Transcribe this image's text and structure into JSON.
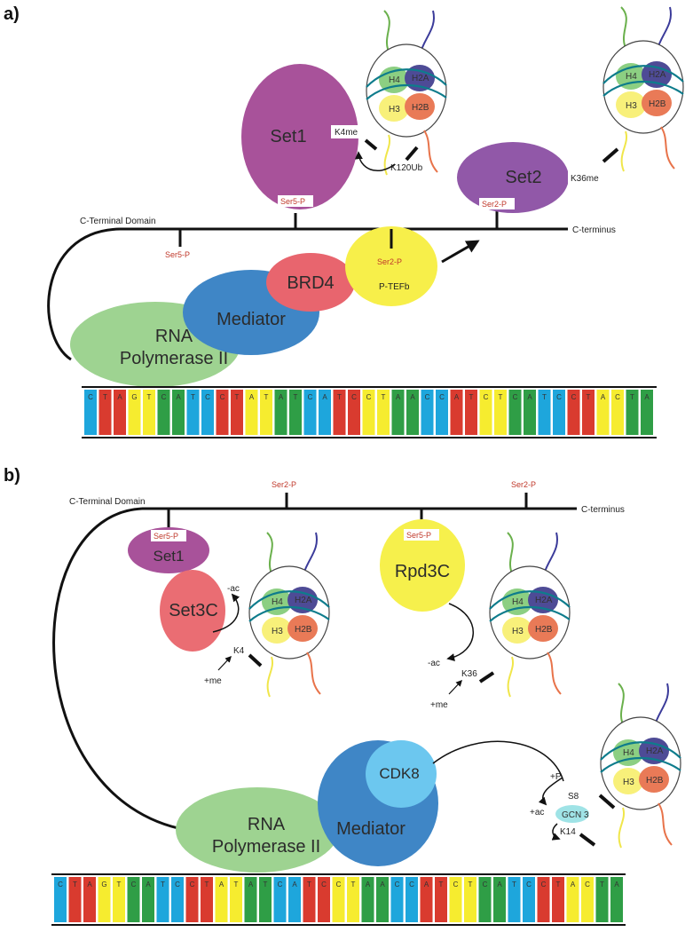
{
  "panels": {
    "a": {
      "label": "a)",
      "ctd_label": "C-Terminal Domain",
      "cterm_label": "C-terminus",
      "ser5p_left": "Ser5-P",
      "ser5p_set1": "Ser5-P",
      "ser2p_ptefb": "Ser2-P",
      "ser2p_set2": "Ser2-P",
      "set1": "Set1",
      "set2": "Set2",
      "brd4": "BRD4",
      "ptefb": "P-TEFb",
      "mediator": "Mediator",
      "rnapol_line1": "RNA",
      "rnapol_line2": "Polymerase II",
      "k4me": "K4me",
      "k120ub": "K120Ub",
      "k36me": "K36me"
    },
    "b": {
      "label": "b)",
      "ctd_label": "C-Terminal Domain",
      "cterm_label": "C-terminus",
      "ser2p_1": "Ser2-P",
      "ser2p_2": "Ser2-P",
      "ser5p_set1": "Ser5-P",
      "ser5p_rpd3c": "Ser5-P",
      "set1": "Set1",
      "set3c": "Set3C",
      "rpd3c": "Rpd3C",
      "cdk8": "CDK8",
      "mediator": "Mediator",
      "rnapol_line1": "RNA",
      "rnapol_line2": "Polymerase II",
      "minus_ac_1": "-ac",
      "plus_me_1": "+me",
      "k4": "K4",
      "minus_ac_2": "-ac",
      "plus_me_2": "+me",
      "k36": "K36",
      "plus_p": "+P",
      "s8": "S8",
      "plus_ac": "+ac",
      "gcn3": "GCN 3",
      "k14": "K14"
    }
  },
  "histones": {
    "h2a": "H2A",
    "h2b": "H2B",
    "h3": "H3",
    "h4": "H4"
  },
  "dna_bases": [
    "C",
    "T",
    "A",
    "G",
    "T",
    "C",
    "A",
    "T",
    "C",
    "C",
    "T",
    "A",
    "T",
    "A",
    "T",
    "C",
    "A",
    "T",
    "C",
    "C",
    "T",
    "A",
    "A",
    "C",
    "C",
    "A",
    "T",
    "C",
    "T",
    "C",
    "A",
    "T",
    "C",
    "C",
    "T",
    "A",
    "C",
    "T",
    "A",
    "T",
    "C",
    "C"
  ],
  "colors": {
    "set1": "#a8529a",
    "set2": "#9158a8",
    "brd4": "#e8656e",
    "ptefb": "#f7ef4a",
    "mediator": "#3f86c6",
    "rnapol": "#9ed391",
    "set3c": "#ea6d73",
    "rpd3c": "#f6f04c",
    "cdk8": "#6cc7ef",
    "gcn3": "#9fe3e6",
    "h2a": "#4e4b96",
    "h2b": "#e97a57",
    "h3": "#f8f07a",
    "h4": "#8ccf82",
    "dna_blue": "#1ea6dc",
    "dna_yellow": "#f6ec2f",
    "dna_green": "#2f9e46",
    "dna_red": "#d93b2f",
    "ser_red": "#c0392b"
  }
}
